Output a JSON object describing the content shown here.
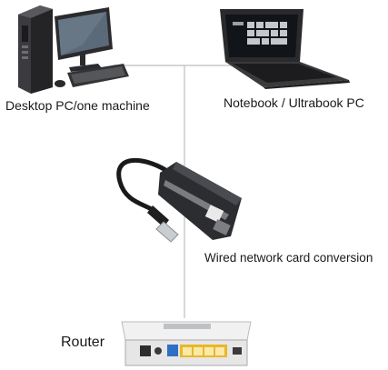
{
  "labels": {
    "desktop": "Desktop PC/one machine",
    "notebook": "Notebook / Ultrabook PC",
    "adapter": "Wired network card conversion",
    "router": "Router"
  },
  "icons": {
    "desktop": "desktop-computer-icon",
    "laptop": "laptop-icon",
    "adapter": "usb-ethernet-adapter-icon",
    "router": "router-icon"
  },
  "colors": {
    "line": "#bdbdbd",
    "adapter_body": "#2c2d30",
    "router_body": "#e6e6e6",
    "ethernet_ports": "#e8b82a",
    "wan_port": "#2f6fc4"
  }
}
